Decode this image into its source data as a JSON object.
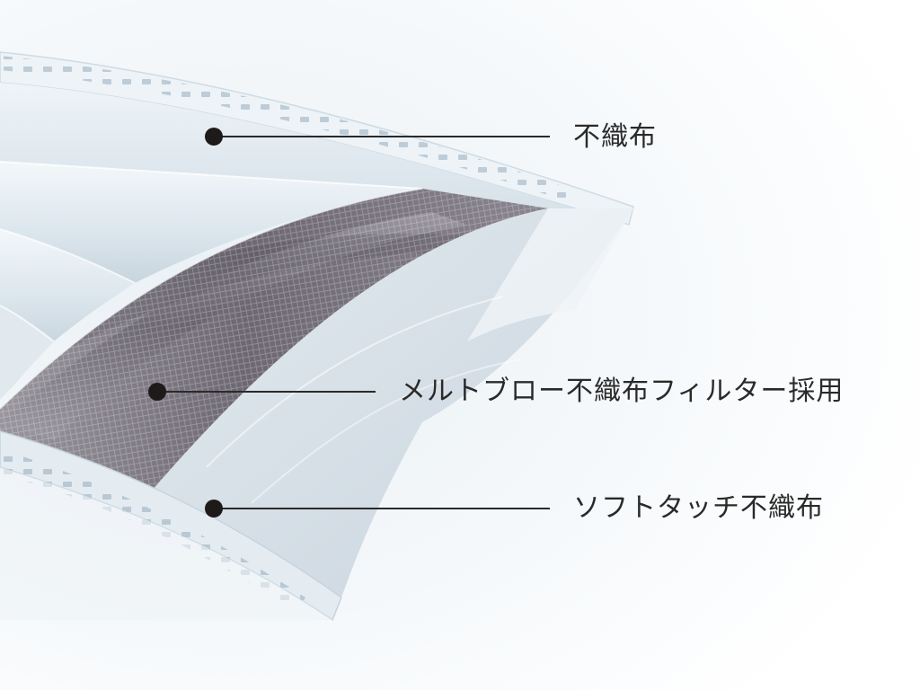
{
  "diagram": {
    "callouts": [
      {
        "label": "不織布"
      },
      {
        "label": "メルトブロー不織布フィルター採用"
      },
      {
        "label": "ソフトタッチ不織布"
      }
    ],
    "colors": {
      "outer_layer": "#e6eff4",
      "outer_layer_shadow": "#c9d6df",
      "filter_layer": "#6f6a74",
      "inner_layer": "#dfe6ec",
      "leader_line": "#2a2a2a",
      "dot": "#1e1a1a"
    }
  }
}
